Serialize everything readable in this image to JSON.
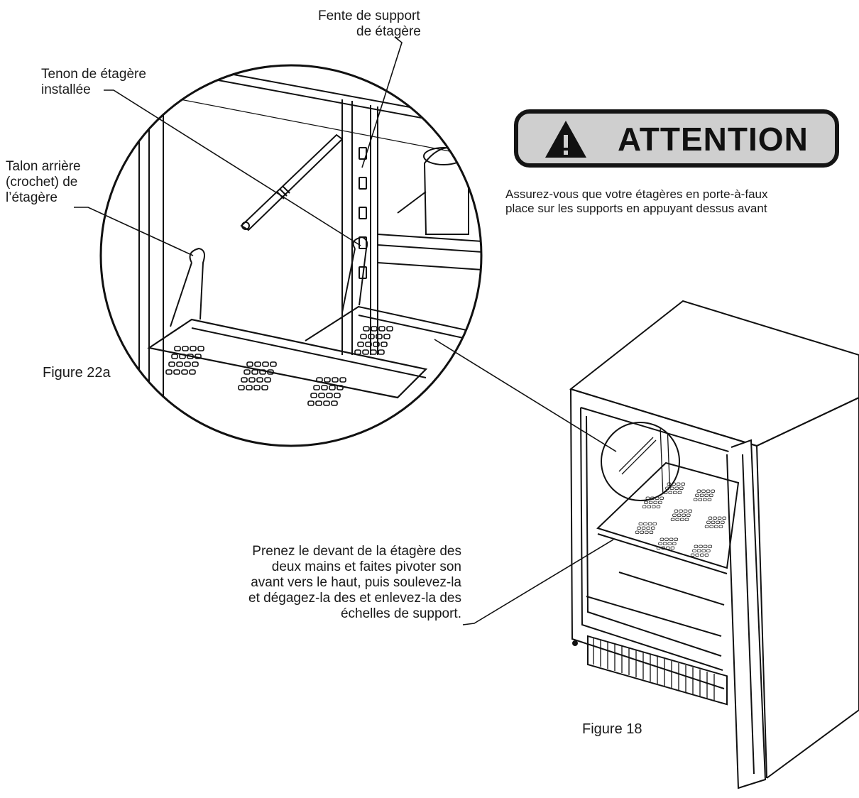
{
  "labels": {
    "slot_line1": "Fente de support",
    "slot_line2": "de étagère",
    "tenon_line1": "Tenon de étagère",
    "tenon_line2": "installée",
    "heel_line1": "Talon arrière",
    "heel_line2": "(crochet) de",
    "heel_line3": "l’étagère",
    "figure_22a": "Figure 22a",
    "figure_18": "Figure 18"
  },
  "warning": {
    "title": "ATTENTION",
    "icon": "warning-triangle-icon",
    "line1": "Assurez-vous que votre étagères en porte-à-faux",
    "line2": "place sur les supports en appuyant dessus avant"
  },
  "instruction": {
    "line1": "Prenez le devant de la étagère des",
    "line2": "deux mains et faites pivoter son",
    "line3": "avant vers le haut, puis soulevez-la",
    "line4": "et dégagez-la des et enlevez-la des",
    "line5": "échelles de support."
  },
  "colors": {
    "ink": "#1a1a1a",
    "banner_fill": "#cfcfcf",
    "banner_border": "#141414"
  }
}
